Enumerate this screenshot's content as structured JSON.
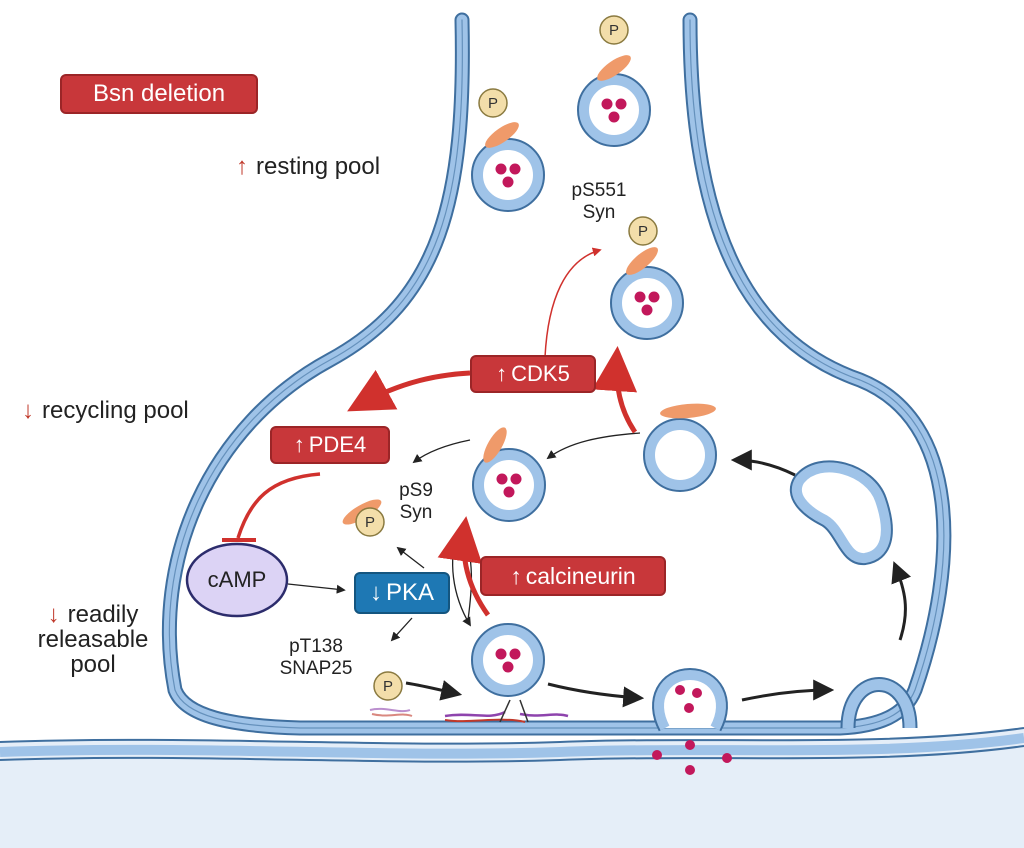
{
  "labels": {
    "bsn_deletion": "Bsn deletion",
    "resting_pool": "resting pool",
    "recycling_pool": "recycling pool",
    "readily_releasable_pool": [
      "readily",
      "releasable",
      "pool"
    ],
    "pS551": "pS551",
    "syn_top": "Syn",
    "pS9": "pS9",
    "syn_mid": "Syn",
    "pT138": "pT138",
    "snap25": "SNAP25",
    "camp": "cAMP",
    "phospho": "P"
  },
  "boxes": {
    "cdk5": "CDK5",
    "pde4": "PDE4",
    "pka": "PKA",
    "calcineurin": "calcineurin"
  },
  "arrows": {
    "up": "↑",
    "down": "↓"
  },
  "colors": {
    "membrane_fill": "#9fc3e8",
    "membrane_stroke": "#3f6f9f",
    "cleft": "#e5eef8",
    "red_box": "#c8373a",
    "blue_box": "#1e78b4",
    "phosphate": "#f3deaa",
    "synapsin": "#ef9a6a",
    "transmitter": "#c2185b",
    "camp_fill": "#dcd3f5"
  }
}
